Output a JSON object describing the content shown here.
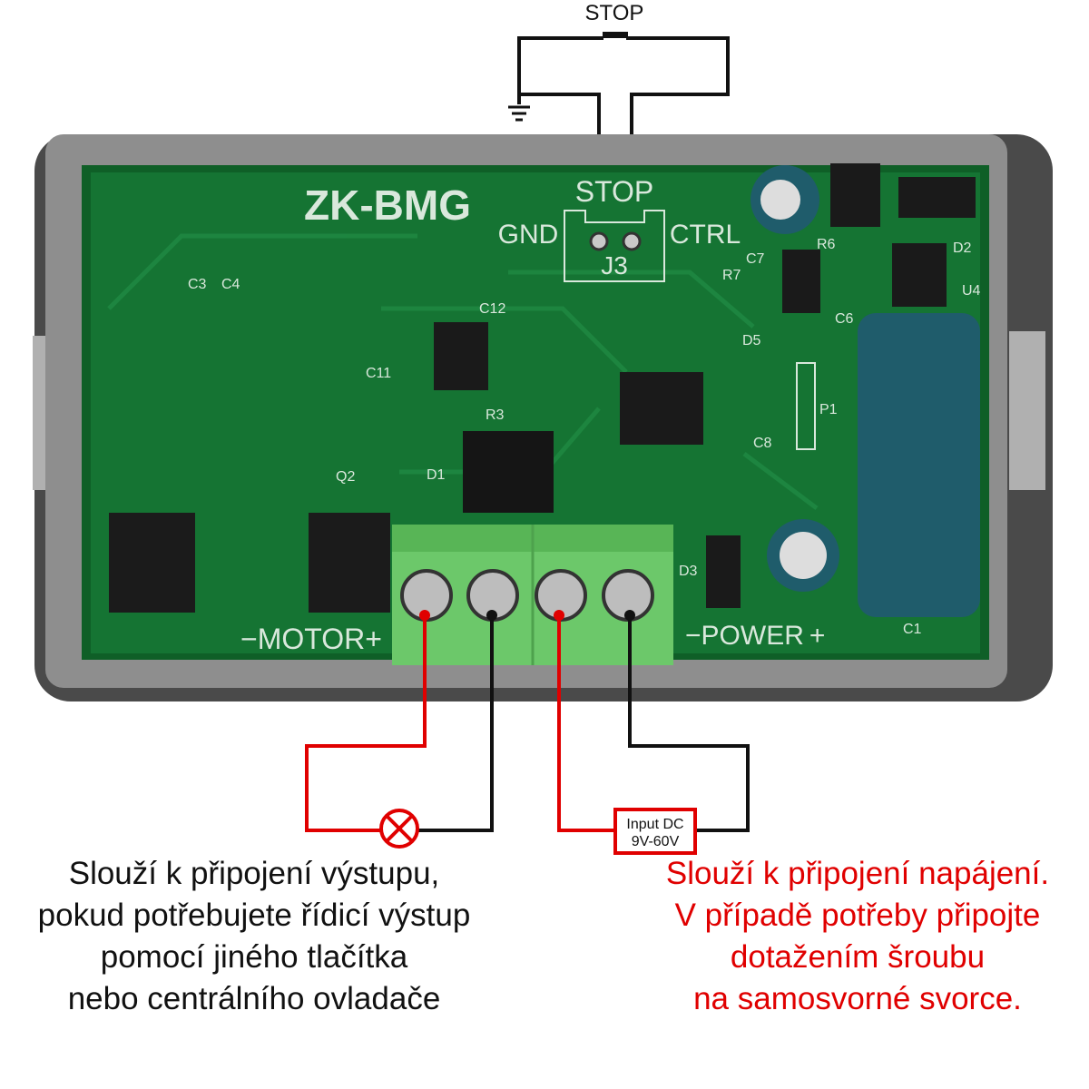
{
  "stop_switch_label": "STOP",
  "board": {
    "name": "ZK-BMG",
    "connector": {
      "label": "STOP",
      "left": "GND",
      "right": "CTRL",
      "ref": "J3"
    },
    "components": [
      "C3",
      "C4",
      "C12",
      "C11",
      "R3",
      "D1",
      "Q2",
      "R7",
      "C7",
      "R6",
      "D2",
      "U4",
      "C6",
      "D5",
      "P1",
      "C8",
      "D3",
      "C1"
    ],
    "motor_label": "MOTOR",
    "power_label": "POWER",
    "minus": "−",
    "plus": "+"
  },
  "power_box": {
    "line1": "Input DC",
    "line2": "9V-60V"
  },
  "left_caption": [
    "Slouží k připojení výstupu,",
    "pokud potřebujete řídicí výstup",
    "pomocí jiného tlačítka",
    "nebo centrálního ovladače"
  ],
  "right_caption": [
    "Slouží k připojení napájení.",
    "V případě potřeby připojte",
    "dotažením šroubu",
    "na samosvorné svorce."
  ],
  "colors": {
    "wire_red": "#e00000",
    "wire_black": "#111111",
    "pcb": "#136b2e",
    "terminal": "#6cc86a",
    "case": "#6b6b6b"
  }
}
